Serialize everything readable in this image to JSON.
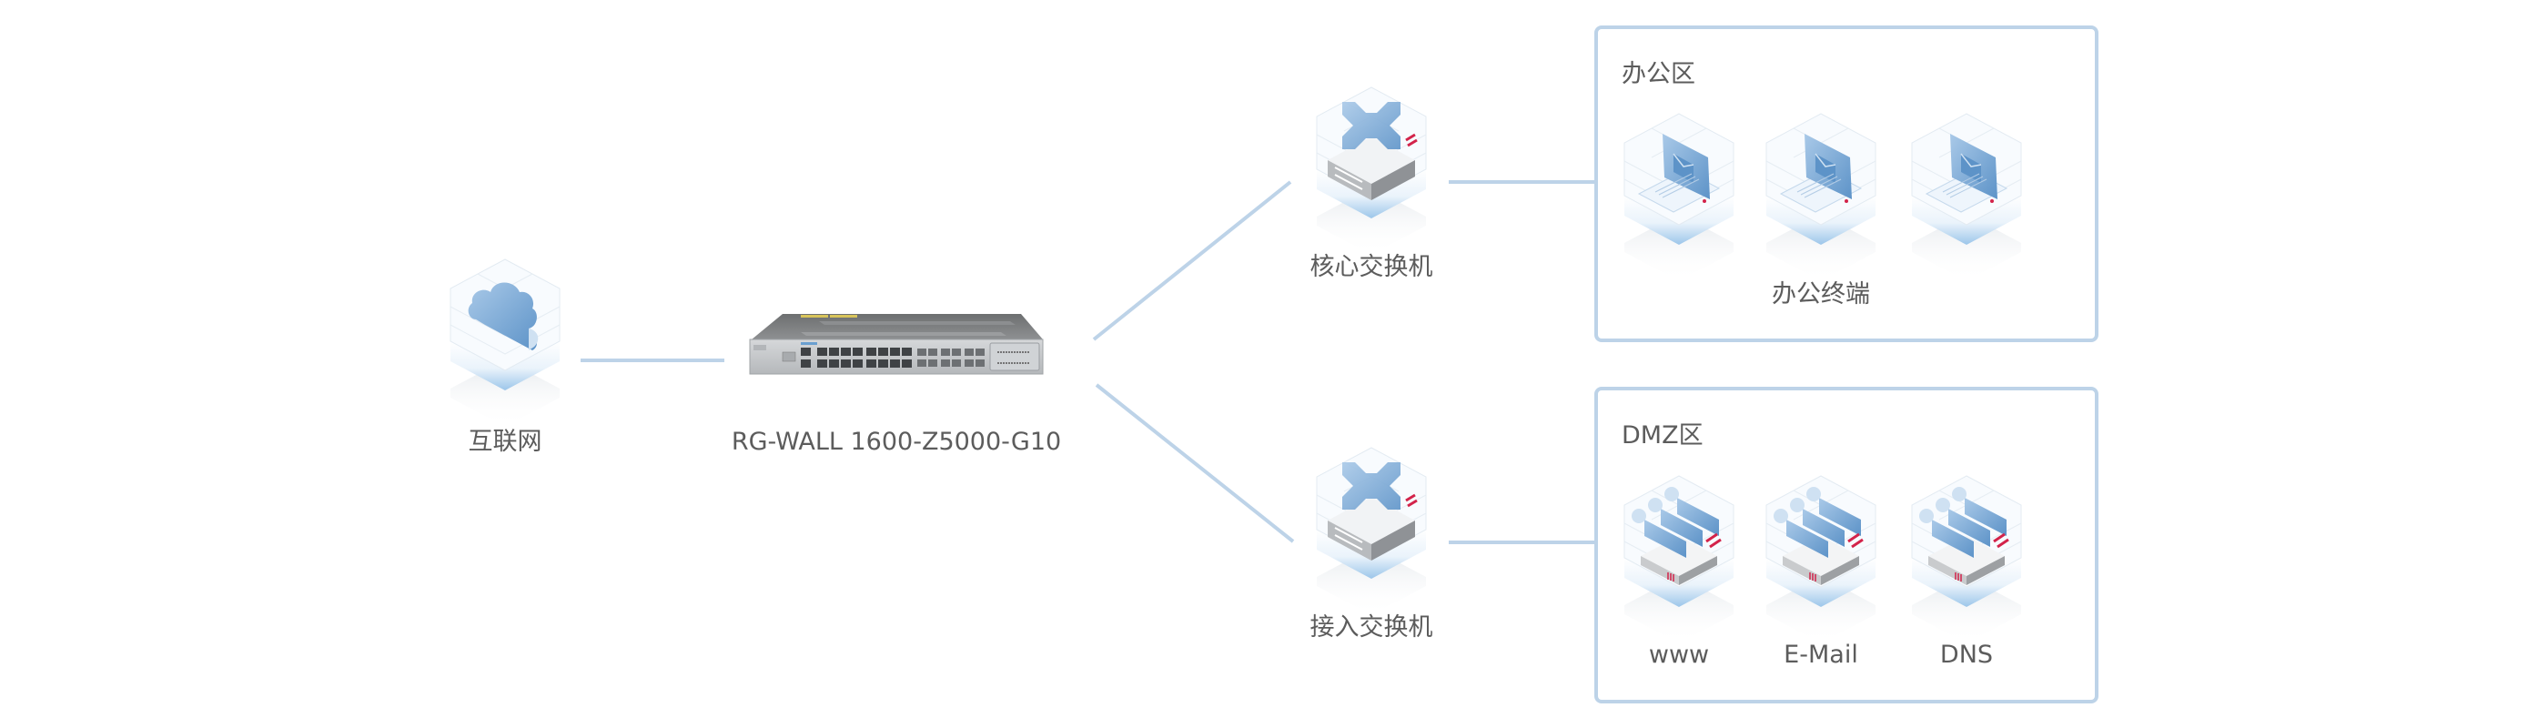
{
  "diagram": {
    "colors": {
      "link": "#bdd3e8",
      "zone_border": "#bdd3e8",
      "text": "#5c5c5c",
      "icon_blue": "#6a9fd0",
      "icon_light": "#dcebf8",
      "accent_red": "#d3234a",
      "device_gray": "#8a8d90"
    },
    "nodes": {
      "internet": {
        "label": "互联网",
        "icon": "cloud-icon"
      },
      "firewall": {
        "label": "RG-WALL 1600-Z5000-G10",
        "icon": "firewall-appliance-icon"
      },
      "core_switch": {
        "label": "核心交换机",
        "icon": "switch-icon"
      },
      "access_switch": {
        "label": "接入交换机",
        "icon": "switch-icon"
      }
    },
    "zones": {
      "office": {
        "title": "办公区",
        "group_label": "办公终端",
        "devices": [
          {
            "icon": "laptop-icon"
          },
          {
            "icon": "laptop-icon"
          },
          {
            "icon": "laptop-icon"
          }
        ]
      },
      "dmz": {
        "title": "DMZ区",
        "devices": [
          {
            "label": "www",
            "icon": "server-icon"
          },
          {
            "label": "E-Mail",
            "icon": "server-icon"
          },
          {
            "label": "DNS",
            "icon": "server-icon"
          }
        ]
      }
    },
    "links": [
      {
        "from": "internet",
        "to": "firewall"
      },
      {
        "from": "firewall",
        "to": "core_switch"
      },
      {
        "from": "firewall",
        "to": "access_switch"
      },
      {
        "from": "core_switch",
        "to": "office"
      },
      {
        "from": "access_switch",
        "to": "dmz"
      }
    ]
  }
}
